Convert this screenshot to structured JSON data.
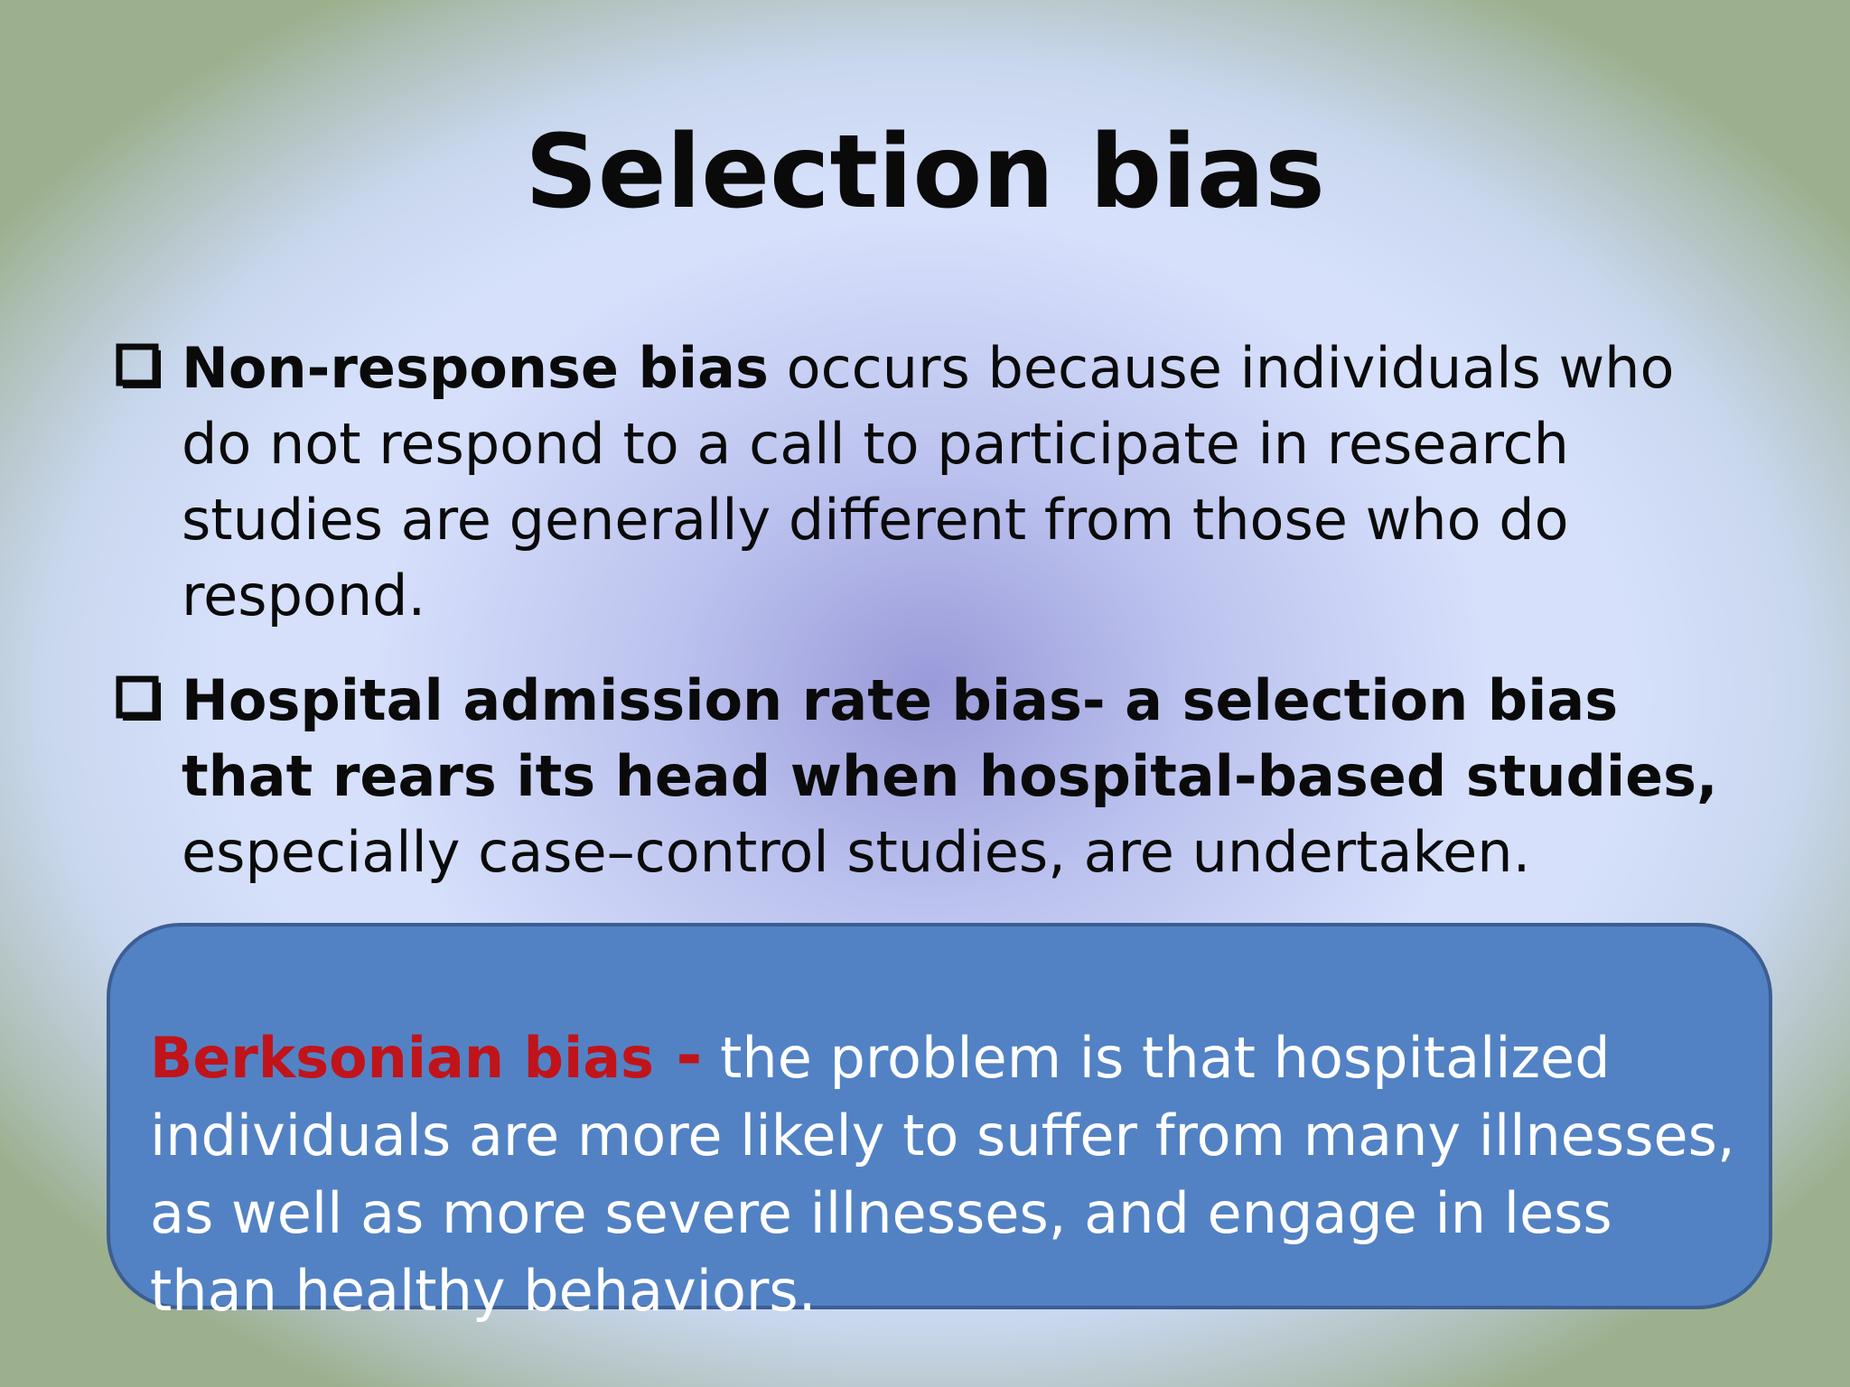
{
  "slide": {
    "title": "Selection bias",
    "bullets": [
      {
        "icon": "checkbox-outline-icon",
        "bold_text": "Non-response bias",
        "normal_text": " occurs because individuals who do not respond to a call to participate in research studies are generally different from those who do respond."
      },
      {
        "icon": "checkbox-outline-icon",
        "bold_text": "Hospital admission rate bias- a selection bias that rears its head when hospital-based studies,",
        "normal_text": " especially case–control studies, are undertaken."
      }
    ],
    "callout": {
      "term": "Berksonian bias",
      "dash": " -",
      "text": " the problem is that hospitalized individuals are more likely to suffer from many illnesses, as well as more severe illnesses, and engage in less than healthy behaviors."
    }
  },
  "colors": {
    "callout_fill": "#5282c4",
    "callout_border": "#3c5e92",
    "term_red": "#c0141a",
    "frame_green": "#9cb08e",
    "slide_blue": "#d6e0fb",
    "center_purple": "#9696d7"
  }
}
